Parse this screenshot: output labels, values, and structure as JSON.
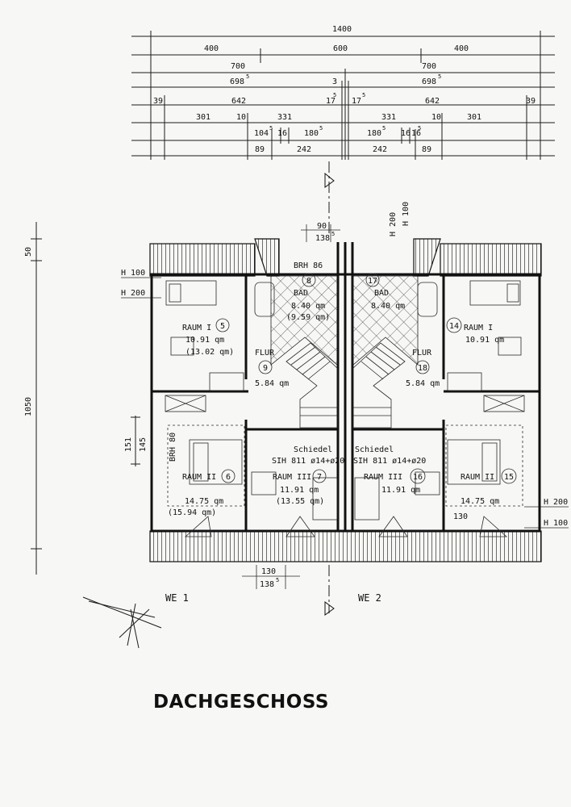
{
  "title": "DACHGESCHOSS",
  "dimensions": {
    "total": "1400",
    "row1": [
      "400",
      "600",
      "400"
    ],
    "row2": [
      "700",
      "700"
    ],
    "row3": [
      "698",
      "5",
      "3",
      "698",
      "5"
    ],
    "row4": [
      "39",
      "642",
      "17",
      "5",
      "17",
      "5",
      "642",
      "39"
    ],
    "row5": [
      "301",
      "10",
      "331",
      "331",
      "10",
      "301"
    ],
    "row6": [
      "104",
      "5",
      "16",
      "180",
      "5",
      "180",
      "5",
      "16",
      "16",
      "5"
    ],
    "row7": [
      "89",
      "242",
      "242",
      "89"
    ],
    "top_small": [
      "90",
      "138",
      "5"
    ],
    "bottom_small": [
      "130",
      "138",
      "5"
    ],
    "left": [
      "50",
      "1050",
      "151",
      "145"
    ],
    "heights": [
      "H 100",
      "H 200",
      "H 200",
      "H 100"
    ],
    "right_heights": [
      "H 200",
      "H 100"
    ],
    "misc": [
      "130"
    ]
  },
  "rooms": {
    "bad_left": {
      "label": "BAD",
      "num": "8",
      "brh": "BRH 86",
      "area": "8.40 qm",
      "area2": "(9.59 qm)"
    },
    "bad_right": {
      "label": "BAD",
      "num": "17",
      "area": "8.40 qm"
    },
    "raum1_left": {
      "label": "RAUM I",
      "num": "5",
      "area": "10.91 qm",
      "area2": "(13.02 qm)"
    },
    "raum1_right": {
      "label": "RAUM I",
      "num": "14",
      "area": "10.91 qm"
    },
    "flur_left": {
      "label": "FLUR",
      "num": "9",
      "area": "5.84 qm"
    },
    "flur_right": {
      "label": "FLUR",
      "num": "18",
      "area": "5.84 qm"
    },
    "raum2_left": {
      "label": "RAUM II",
      "num": "6",
      "area": "14.75 qm",
      "area2": "(15.94 qm)",
      "brh": "BRH 80"
    },
    "raum2_right": {
      "label": "RAUM II",
      "num": "15",
      "area": "14.75 qm"
    },
    "raum3_left": {
      "label": "RAUM III",
      "num": "7",
      "area": "11.91 qm",
      "area2": "(13.55 qm)"
    },
    "raum3_right": {
      "label": "RAUM III",
      "num": "16",
      "area": "11.91 qm"
    },
    "chimney_left": {
      "label": "Schiedel",
      "spec": "SIH 811 ø14+ø20"
    },
    "chimney_right": {
      "label": "Schiedel",
      "spec": "SIH 811 ø14+ø20"
    }
  },
  "units": [
    "WE 1",
    "WE 2"
  ]
}
